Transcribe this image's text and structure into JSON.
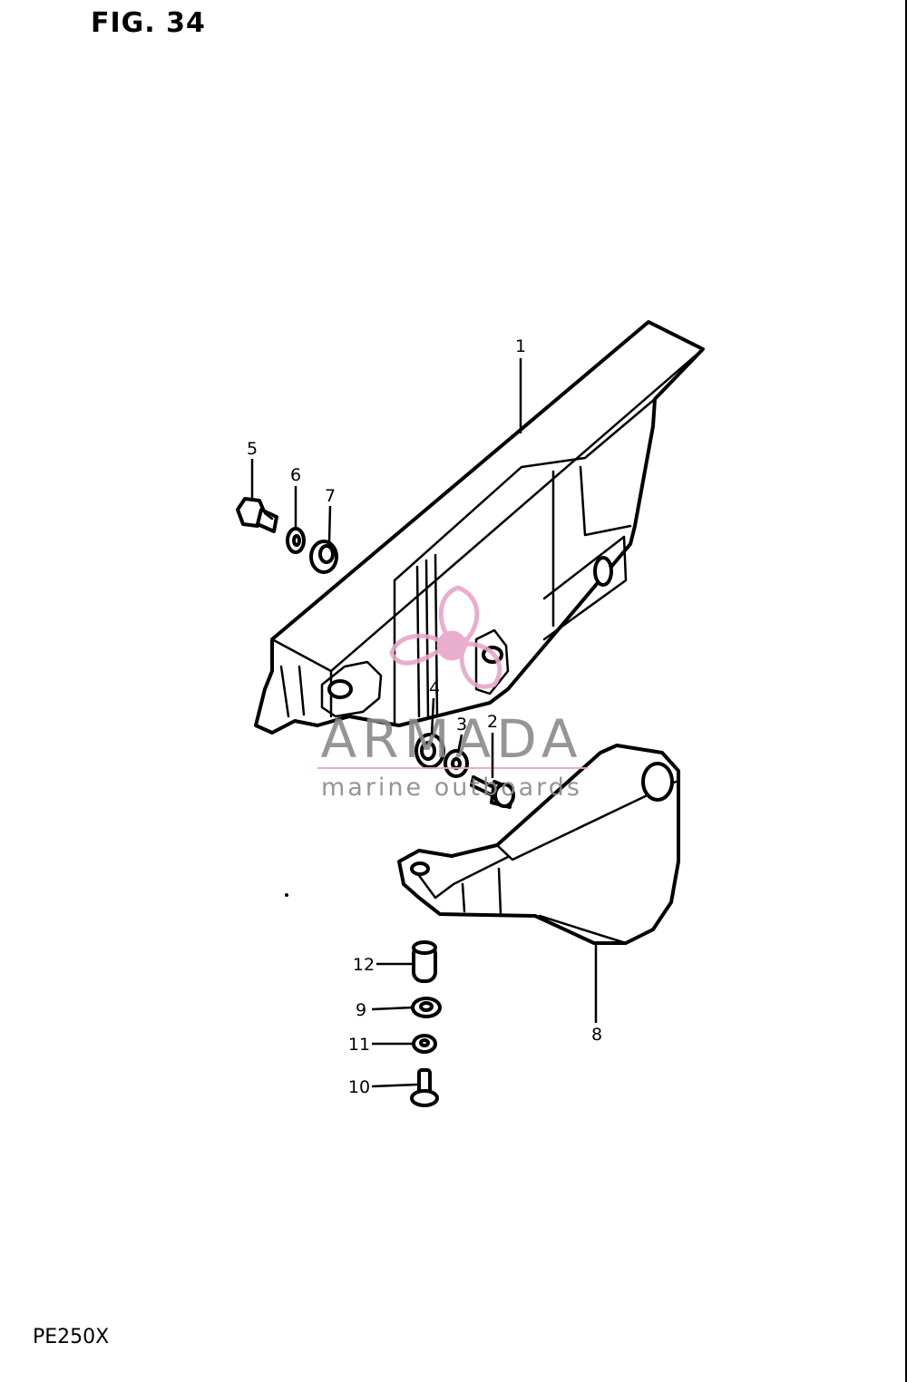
{
  "figure": {
    "title": "FIG. 34",
    "model": "PE250X"
  },
  "callouts": {
    "c1": "1",
    "c2": "2",
    "c3": "3",
    "c4": "4",
    "c5": "5",
    "c6": "6",
    "c7": "7",
    "c8": "8",
    "c9": "9",
    "c10": "10",
    "c11": "11",
    "c12": "12"
  },
  "watermark": {
    "brand": "ARMADA",
    "tagline": "marine outboards",
    "logo_color": "#e7a6c8",
    "text_color": "#8a8a8a"
  }
}
